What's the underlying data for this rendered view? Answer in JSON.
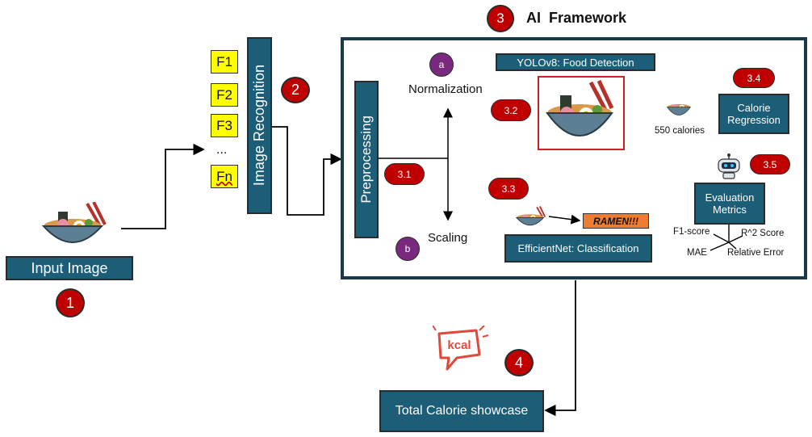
{
  "steps": {
    "s1": "1",
    "s2": "2",
    "s3": "3",
    "s4": "4"
  },
  "framework_title": "AI  Framework",
  "input": {
    "label": "Input Image",
    "icon": "ramen-bowl-icon"
  },
  "features": [
    "F1",
    "F2",
    "F3",
    "...",
    "Fn"
  ],
  "image_recognition": "Image Recognition",
  "preprocessing": {
    "label": "Preprocessing",
    "badge": "3.1",
    "a_marker": "a",
    "b_marker": "b",
    "normalization": "Normalization",
    "scaling": "Scaling"
  },
  "detection": {
    "label": "YOLOv8: Food Detection",
    "badge": "3.2"
  },
  "classification": {
    "label": "EfficientNet: Classification",
    "badge": "3.3",
    "result": "RAMEN!!!"
  },
  "calorie": {
    "label": "Calorie Regression",
    "badge": "3.4",
    "estimate": "550 calories"
  },
  "evaluation": {
    "label": "Evaluation Metrics",
    "badge": "3.5",
    "metrics": {
      "f1": "F1-score",
      "r2": "R^2 Score",
      "mae": "MAE",
      "rel": "Relative Error"
    },
    "icon": "robot-icon"
  },
  "output": {
    "label": "Total Calorie showcase",
    "icon": "kcal-speech-bubble-icon",
    "icon_text": "kcal"
  },
  "colors": {
    "teal": "#1c5d78",
    "red": "#c00000",
    "yellow": "#ffff00",
    "purple": "#7a2a7e",
    "orange": "#ee7d31"
  }
}
